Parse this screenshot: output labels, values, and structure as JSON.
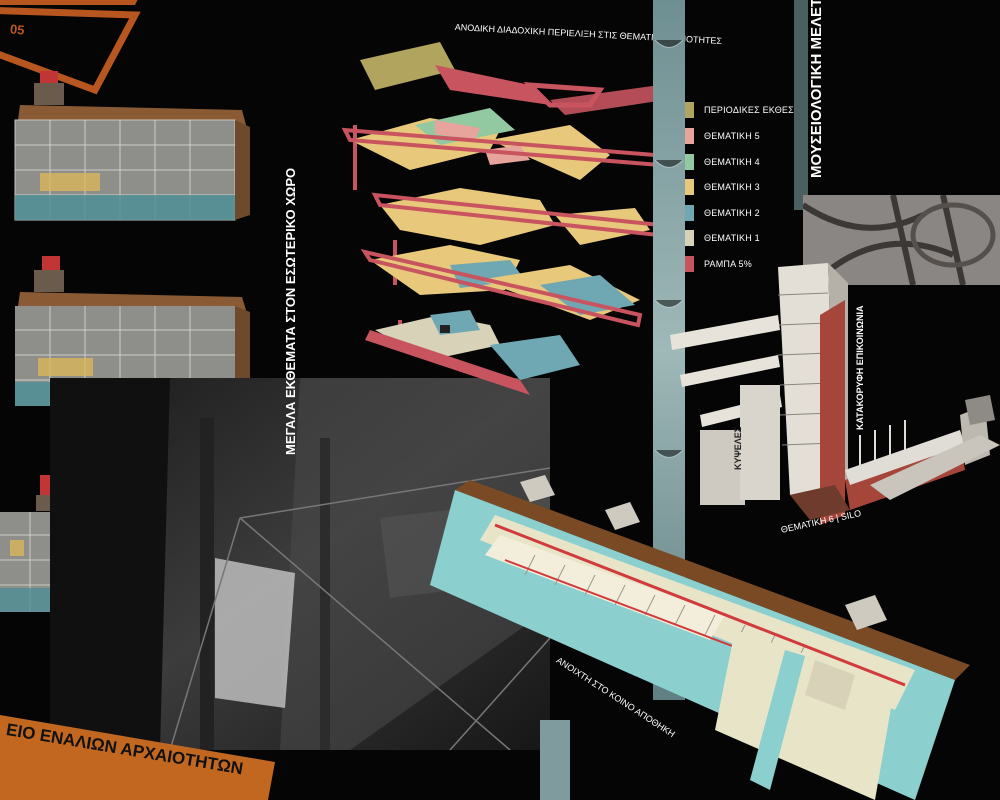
{
  "header": {
    "sheet_number": "05",
    "main_title": "ΜΟΥΣΕΙΟΛΟΓΙΚΗ ΜΕΛΕΤΗ",
    "ramp_caption": "ΑΝΟΔΙΚΗ ΔΙΑΔΟΧΙΚΗ ΠΕΡΙΕΛΙΞΗ ΣΤΙΣ ΘΕΜΑΤΙΚΕΣ ΕΝΟΤΗΤΕΣ"
  },
  "labels": {
    "large_exhibits": "ΜΕΓΑΛΑ ΕΚΘΕΜΑΤΑ ΣΤΟΝ ΕΣΩΤΕΡΙΚΟ ΧΩΡΟ",
    "vertical_circulation": "ΚΑΤΑΚΟΡΥΦΗ ΕΠΙΚΟΙΝΩΝΙΑ",
    "tower": "ΚΥΨΕΛΕΣ",
    "silo": "ΘΕΜΑΤΙΚΗ 6 | SILO",
    "storage": "ΑΝΟΙΧΤΗ ΣΤΟ ΚΟΙΝΟ ΑΠΟΘΗΚΗ",
    "museum_banner": "ΕΙΟ ΕΝΑΛΙΩΝ ΑΡΧΑΙΟΤΗΤΩΝ"
  },
  "legend": [
    {
      "label": "ΠΕΡΙΟΔΙΚΕΣ ΕΚΘΕΣΕΙΣ",
      "color": "#b1a45e"
    },
    {
      "label": "ΘΕΜΑΤΙΚΗ 5",
      "color": "#e7a49d"
    },
    {
      "label": "ΘΕΜΑΤΙΚΗ 4",
      "color": "#92c9a1"
    },
    {
      "label": "ΘΕΜΑΤΙΚΗ 3",
      "color": "#e8c87b"
    },
    {
      "label": "ΘΕΜΑΤΙΚΗ 2",
      "color": "#6fa8b3"
    },
    {
      "label": "ΘΕΜΑΤΙΚΗ 1",
      "color": "#d7d2b8"
    },
    {
      "label": "ΡΑΜΠΑ 5%",
      "color": "#c85460"
    }
  ],
  "colors": {
    "ramp": "#c85460",
    "banner": "#c2671f",
    "wood": "#7a4a25",
    "water": "#8ccfcf"
  }
}
